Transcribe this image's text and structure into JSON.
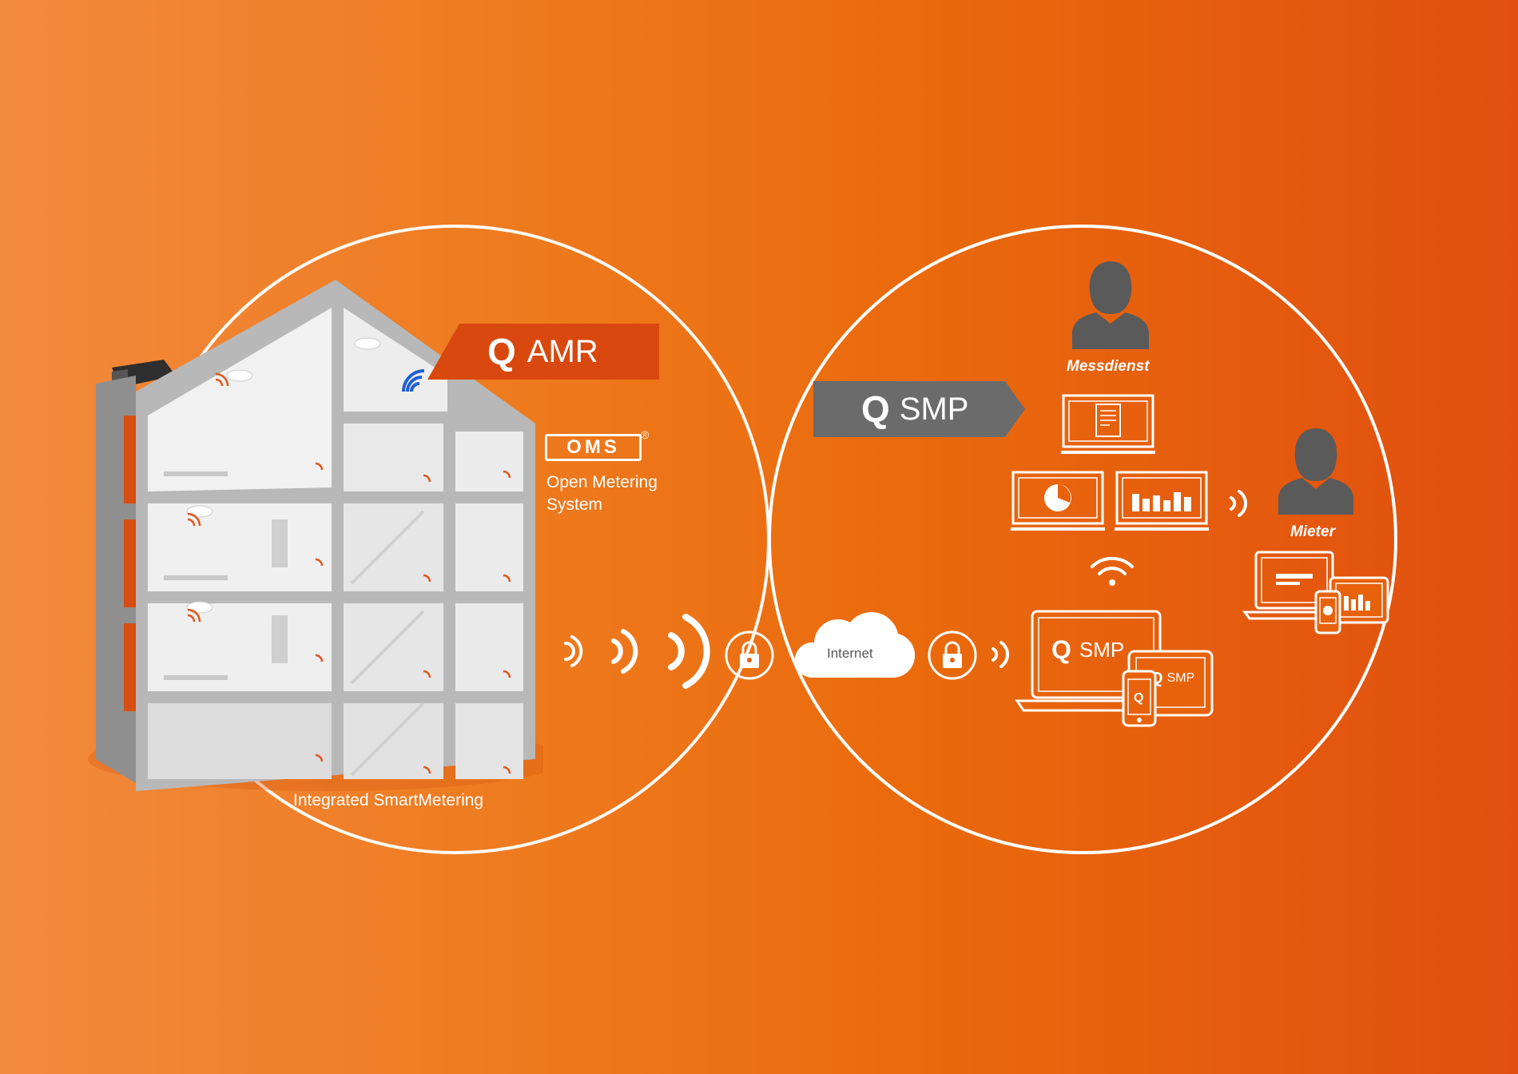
{
  "left_panel": {
    "badge": "AMR",
    "oms_logo": "OMS",
    "oms_caption_line1": "Open Metering",
    "oms_caption_line2": "System",
    "caption": "Integrated SmartMetering"
  },
  "network": {
    "cloud_label": "Internet",
    "icons": [
      "wireless-signal-icon",
      "lock-icon",
      "cloud-icon",
      "lock-icon",
      "wireless-signal-icon"
    ]
  },
  "right_panel": {
    "badge": "SMP",
    "roles": [
      "Messdienst",
      "Mieter"
    ],
    "device_labels": [
      "SMP",
      "SMP"
    ]
  },
  "colors": {
    "accent_orange": "#e8620c",
    "badge_dark_orange": "#d9480f",
    "badge_grey": "#6b6b6b",
    "white": "#ffffff"
  }
}
